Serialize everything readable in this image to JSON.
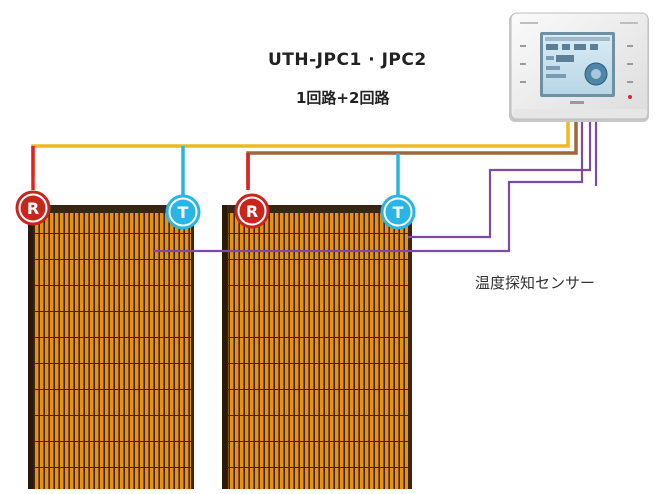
{
  "title": {
    "model": "UTH-JPC1 · JPC2",
    "circuits": "1回路+2回路"
  },
  "sensor_label": "温度探知センサー",
  "panel_badges": [
    {
      "letter": "R",
      "role": "return"
    },
    {
      "letter": "T",
      "role": "temperature-sensor"
    },
    {
      "letter": "R",
      "role": "return"
    },
    {
      "letter": "T",
      "role": "temperature-sensor"
    }
  ],
  "colors": {
    "yellow_wire": "#f2b81c",
    "brown_wire": "#a0673a",
    "purple_wire": "#7d4aa8",
    "red_wire": "#e0221c",
    "blue_wire": "#28b6e0",
    "heater_orange": "#e8920d",
    "heater_dark": "#3a2512",
    "badge_red": "#c8261c",
    "badge_blue": "#29b5e5"
  }
}
